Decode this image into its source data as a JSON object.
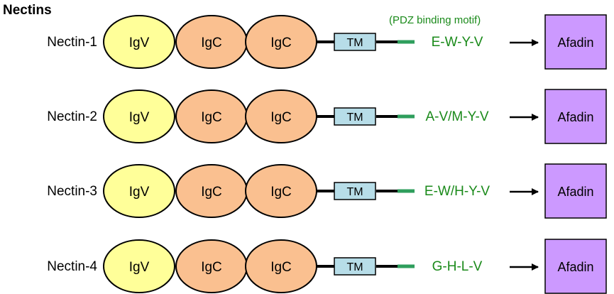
{
  "title": "Nectins",
  "pdz_header": "(PDZ binding motif)",
  "colors": {
    "igv_fill": "#ffff99",
    "igc_fill": "#fac090",
    "tm_fill": "#b7dde8",
    "afadin_fill": "#cc99ff",
    "motif_text": "#1a8a1a",
    "motif_bar": "#2e9e5c",
    "stroke": "#000000"
  },
  "domains": {
    "igv": "IgV",
    "igc": "IgC",
    "tm": "TM",
    "afadin": "Afadin"
  },
  "rows": [
    {
      "name": "Nectin-1",
      "motif": "E-W-Y-V"
    },
    {
      "name": "Nectin-2",
      "motif": "A-V/M-Y-V"
    },
    {
      "name": "Nectin-3",
      "motif": "E-W/H-Y-V"
    },
    {
      "name": "Nectin-4",
      "motif": "G-H-L-V"
    }
  ]
}
